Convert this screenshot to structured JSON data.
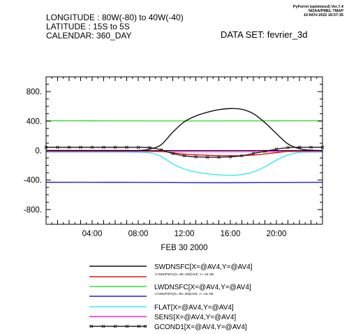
{
  "header": {
    "lines": [
      "LONGITUDE : 80W(-80) to 40W(-40)",
      "LATITUDE : 15S to 5S",
      "CALENDAR: 360_DAY"
    ],
    "dataset": "DATA SET: fevrier_3d",
    "version": [
      "PyFerret (optimized) Ver.7.4",
      "NOAA/PMEL TMAP",
      "10-NOV-2022 18:57:35"
    ]
  },
  "chart_data": {
    "type": "line",
    "xlabel": "FEB 30 2000",
    "ylabel": "",
    "x_ticks": [
      {
        "hour": 4,
        "label": "04:00"
      },
      {
        "hour": 8,
        "label": "08:00"
      },
      {
        "hour": 12,
        "label": "12:00"
      },
      {
        "hour": 16,
        "label": "16:00"
      },
      {
        "hour": 20,
        "label": "20:00"
      }
    ],
    "y_ticks": [
      {
        "value": 800,
        "label": "800."
      },
      {
        "value": 400,
        "label": "400."
      },
      {
        "value": 0,
        "label": "0."
      },
      {
        "value": -400,
        "label": "-400."
      },
      {
        "value": -800,
        "label": "-800."
      }
    ],
    "xlim": [
      0,
      24
    ],
    "ylim": [
      -1000,
      1000
    ],
    "zero_line": true,
    "legend_placement": "bottom",
    "series": [
      {
        "name": "SWDNSFC[X=@AV4,Y=@AV4]",
        "color": "#111111",
        "marker": false,
        "x": [
          0,
          1,
          2,
          3,
          4,
          5,
          6,
          7,
          8,
          9,
          10,
          11,
          12,
          13,
          14,
          15,
          16,
          17,
          18,
          19,
          20,
          21,
          22,
          23,
          24
        ],
        "y": [
          0,
          0,
          0,
          0,
          0,
          0,
          0,
          0,
          0,
          20,
          80,
          250,
          390,
          470,
          520,
          555,
          570,
          560,
          500,
          380,
          230,
          90,
          25,
          5,
          0
        ]
      },
      {
        "name": "-1*SWUPSFC[X=-80:-40@AVE, Y=-15:-5E",
        "color": "#ee1111",
        "marker": false,
        "x": [
          0,
          1,
          2,
          3,
          4,
          5,
          6,
          7,
          8,
          9,
          10,
          11,
          12,
          13,
          14,
          15,
          16,
          17,
          18,
          19,
          20,
          21,
          22,
          23,
          24
        ],
        "y": [
          0,
          0,
          0,
          0,
          0,
          0,
          0,
          0,
          0,
          -3,
          -10,
          -30,
          -47,
          -57,
          -64,
          -68,
          -70,
          -68,
          -61,
          -46,
          -28,
          -11,
          -3,
          -1,
          0
        ]
      },
      {
        "name": "LWDNSFC[X=@AV4,Y=@AV4]",
        "color": "#33dd33",
        "marker": false,
        "x": [
          0,
          4,
          8,
          12,
          16,
          20,
          24
        ],
        "y": [
          405,
          404,
          403,
          402,
          403,
          404,
          405
        ]
      },
      {
        "name": "-1*LWUPSFC[X=-80:-40@AVE, Y=-15:-5E",
        "color": "#2222cc",
        "marker": false,
        "x": [
          0,
          4,
          8,
          12,
          16,
          20,
          24
        ],
        "y": [
          -430,
          -431,
          -432,
          -435,
          -436,
          -434,
          -431
        ]
      },
      {
        "name": "FLAT[X=@AV4,Y=@AV4]",
        "color": "#33eeee",
        "marker": false,
        "x": [
          0,
          1,
          2,
          3,
          4,
          5,
          6,
          7,
          8,
          9,
          10,
          11,
          12,
          13,
          14,
          15,
          16,
          17,
          18,
          19,
          20,
          21,
          22,
          23,
          24
        ],
        "y": [
          -20,
          -20,
          -20,
          -20,
          -20,
          -20,
          -20,
          -20,
          -22,
          -30,
          -80,
          -180,
          -250,
          -290,
          -315,
          -330,
          -335,
          -325,
          -290,
          -220,
          -130,
          -60,
          -25,
          -20,
          -20
        ]
      },
      {
        "name": "SENS[X=@AV4,Y=@AV4]",
        "color": "#ee22ee",
        "marker": false,
        "x": [
          0,
          4,
          8,
          10,
          12,
          14,
          16,
          18,
          20,
          22,
          24
        ],
        "y": [
          -12,
          -12,
          -12,
          -14,
          -15,
          -15,
          -15,
          -14,
          -13,
          -12,
          -12
        ]
      },
      {
        "name": "GCOND1[X=@AV4,Y=@AV4]",
        "color": "#222222",
        "marker": true,
        "x": [
          0,
          1,
          2,
          3,
          4,
          5,
          6,
          7,
          8,
          9,
          10,
          11,
          12,
          13,
          14,
          15,
          16,
          17,
          18,
          19,
          20,
          21,
          22,
          23,
          24
        ],
        "y": [
          45,
          45,
          45,
          45,
          45,
          45,
          45,
          45,
          44,
          40,
          10,
          -40,
          -70,
          -85,
          -90,
          -90,
          -85,
          -70,
          -40,
          -10,
          20,
          40,
          45,
          45,
          45
        ]
      }
    ]
  }
}
